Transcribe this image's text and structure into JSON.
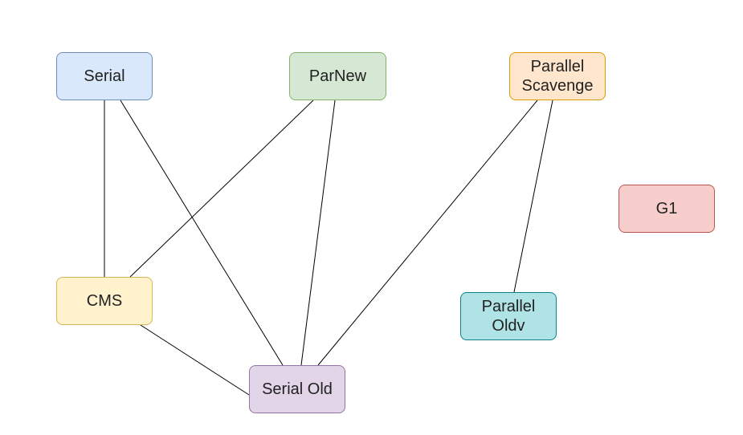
{
  "diagram": {
    "nodes": [
      {
        "id": "serial",
        "label": "Serial",
        "fill": "#dae8fc",
        "stroke": "#6c8ebf"
      },
      {
        "id": "parnew",
        "label": "ParNew",
        "fill": "#d5e8d4",
        "stroke": "#82b366"
      },
      {
        "id": "parallel-scavenge",
        "label": "Parallel\nScavenge",
        "fill": "#ffe6cc",
        "stroke": "#d79b00"
      },
      {
        "id": "g1",
        "label": "G1",
        "fill": "#f8cecc",
        "stroke": "#b85450"
      },
      {
        "id": "cms",
        "label": "CMS",
        "fill": "#fff2cc",
        "stroke": "#d6b656"
      },
      {
        "id": "parallel-oldv",
        "label": "Parallel\nOldv",
        "fill": "#b0e3e6",
        "stroke": "#0e8088"
      },
      {
        "id": "serial-old",
        "label": "Serial Old",
        "fill": "#e1d5e7",
        "stroke": "#9673a6"
      }
    ],
    "edges": [
      {
        "from": "serial",
        "to": "cms"
      },
      {
        "from": "serial",
        "to": "serial-old"
      },
      {
        "from": "parnew",
        "to": "cms"
      },
      {
        "from": "parnew",
        "to": "serial-old"
      },
      {
        "from": "parallel-scavenge",
        "to": "serial-old"
      },
      {
        "from": "parallel-scavenge",
        "to": "parallel-oldv"
      },
      {
        "from": "cms",
        "to": "serial-old"
      }
    ],
    "edge_color": "#000000"
  }
}
